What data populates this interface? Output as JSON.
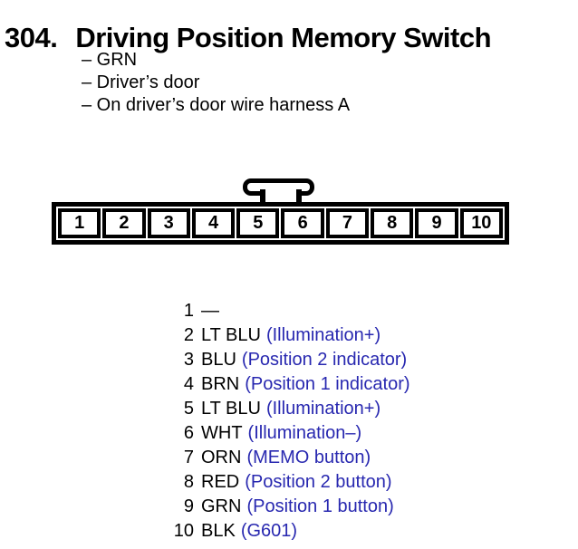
{
  "header": {
    "number": "304.",
    "title": "Driving Position Memory Switch"
  },
  "notes": {
    "items": [
      "– GRN",
      "– Driver’s door",
      "– On driver’s door wire harness A"
    ]
  },
  "connector": {
    "pins": [
      "1",
      "2",
      "3",
      "4",
      "5",
      "6",
      "7",
      "8",
      "9",
      "10"
    ]
  },
  "pin_list": {
    "rows": [
      {
        "num": "1",
        "wire": "—",
        "desc": ""
      },
      {
        "num": "2",
        "wire": "LT BLU",
        "desc": "(Illumination+)"
      },
      {
        "num": "3",
        "wire": "BLU",
        "desc": "(Position 2 indicator)"
      },
      {
        "num": "4",
        "wire": "BRN",
        "desc": "(Position 1 indicator)"
      },
      {
        "num": "5",
        "wire": "LT BLU",
        "desc": "(Illumination+)"
      },
      {
        "num": "6",
        "wire": "WHT",
        "desc": "(Illumination–)"
      },
      {
        "num": "7",
        "wire": "ORN",
        "desc": "(MEMO button)"
      },
      {
        "num": "8",
        "wire": "RED",
        "desc": "(Position 2 button)"
      },
      {
        "num": "9",
        "wire": "GRN",
        "desc": "(Position 1 button)"
      },
      {
        "num": "10",
        "wire": "BLK",
        "desc": "(G601)"
      }
    ]
  },
  "colors": {
    "text": "#000000",
    "accent_blue": "#2828b0",
    "background": "#ffffff"
  }
}
